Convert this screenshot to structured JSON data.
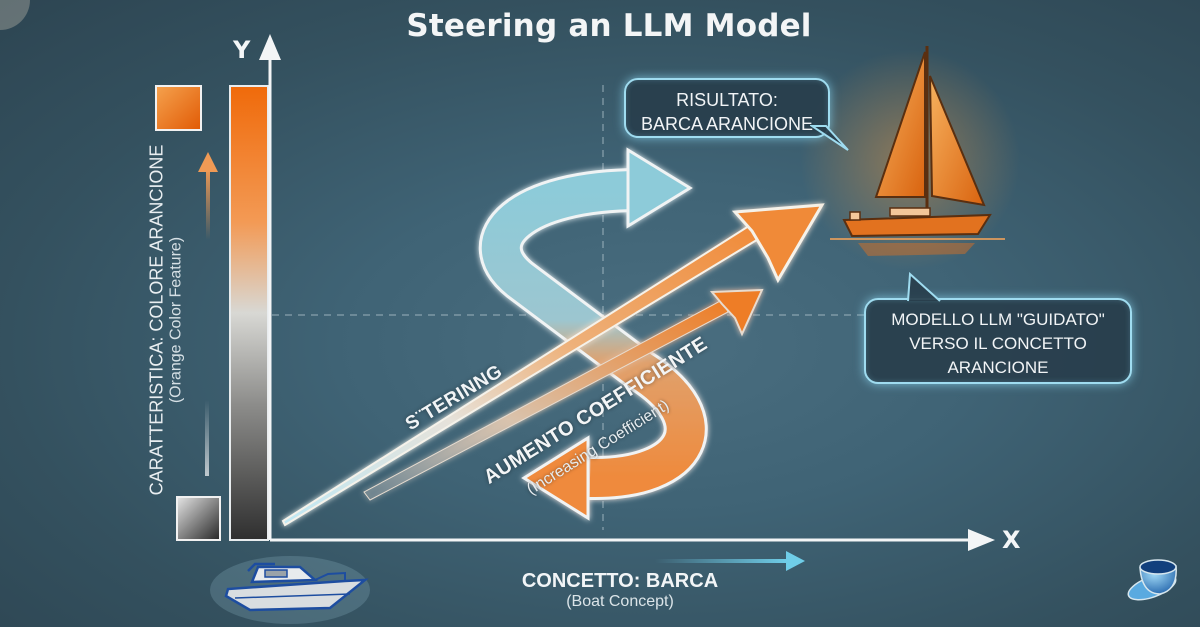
{
  "title": "Steering an LLM Model",
  "axes": {
    "y_letter": "Y",
    "x_letter": "X",
    "y_label": "CARATTERISTICA: COLORE ARANCIONE",
    "y_sublabel": "(Orange Color Feature)",
    "x_label": "CONCETTO: BARCA",
    "x_sublabel": "(Boat Concept)"
  },
  "arrows": {
    "steering_label": "S¨TERINNG",
    "coefficient_label": "AUMENTO COEFFICIENTE",
    "coefficient_sublabel": "(Increasing Coefficient)"
  },
  "callouts": {
    "result_line1": "RISULTATO:",
    "result_line2": "BARCA ARANCIONE",
    "guided_line1": "MODELLO LLM \"GUIDATO\"",
    "guided_line2": "VERSO IL CONCETTO",
    "guided_line3": "ARANCIONE"
  },
  "colors": {
    "orange": "#f07a1c",
    "cyan": "#8fd3e8",
    "gray_dark": "#2b2b2b",
    "background": "#3f6375"
  },
  "icons": {
    "start_boat": "motorboat-icon",
    "result_boat": "sailboat-icon",
    "logo": "teacup-logo-icon"
  }
}
